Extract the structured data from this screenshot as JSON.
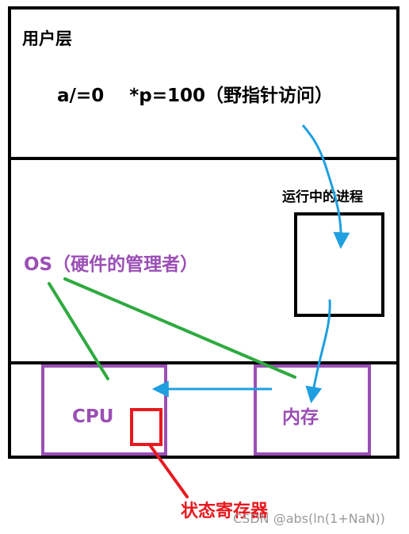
{
  "user_layer": {
    "title": "用户层",
    "statement": "a/=0    *p=100（野指针访问）"
  },
  "os_layer": {
    "title": "OS（硬件的管理者）",
    "process_label": "运行中的进程"
  },
  "hardware_layer": {
    "cpu_label": "CPU",
    "memory_label": "内存"
  },
  "annotation": {
    "status_register_label": "状态寄存器"
  },
  "watermark": "CSDN @abs(ln(1+NaN))",
  "colors": {
    "purple": "#9b4fb5",
    "green": "#2eaa3f",
    "blue": "#1e9fe0",
    "red": "#e8191f"
  }
}
